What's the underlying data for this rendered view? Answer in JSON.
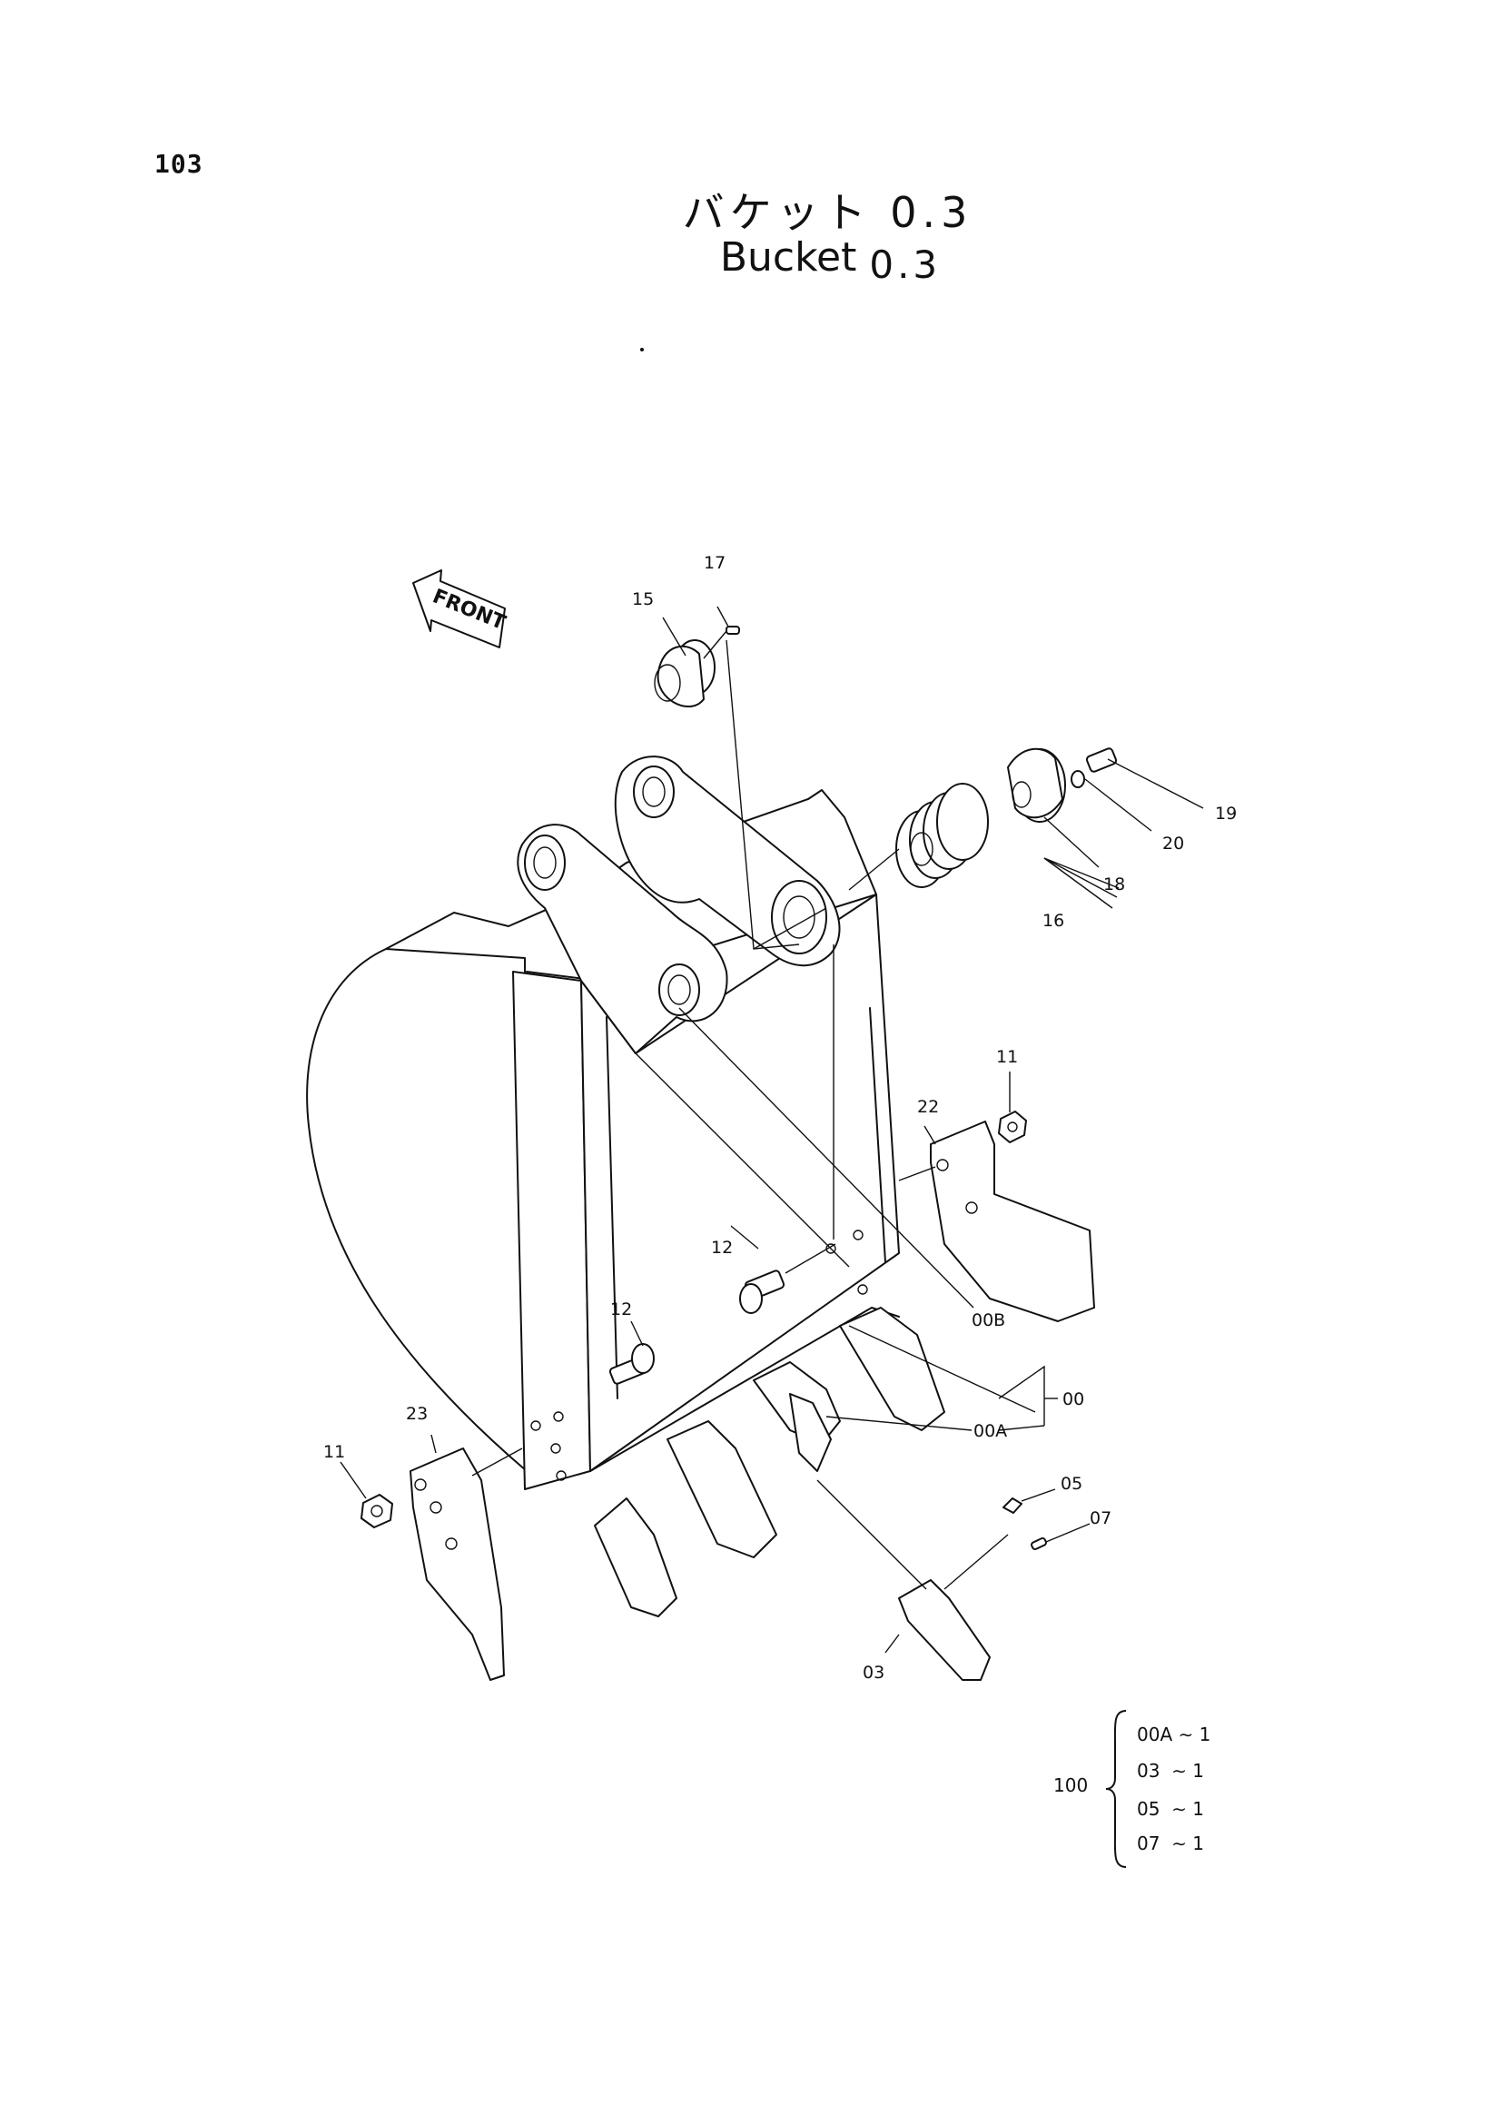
{
  "page": {
    "number": "103"
  },
  "title": {
    "japanese": "バケット 0.3",
    "english_word": "Bucket",
    "english_size": "0.3"
  },
  "direction_marker": {
    "text": "FRONT"
  },
  "part_labels": [
    "17",
    "15",
    "19",
    "20",
    "18",
    "16",
    "11",
    "22",
    "12",
    "12",
    "00B",
    "00",
    "00A",
    "23",
    "11",
    "05",
    "07",
    "03"
  ],
  "kit": {
    "number": "100",
    "items": [
      {
        "label": "00A",
        "qty": "1"
      },
      {
        "label": "03",
        "qty": "1"
      },
      {
        "label": "05",
        "qty": "1"
      },
      {
        "label": "07",
        "qty": "1"
      }
    ]
  }
}
